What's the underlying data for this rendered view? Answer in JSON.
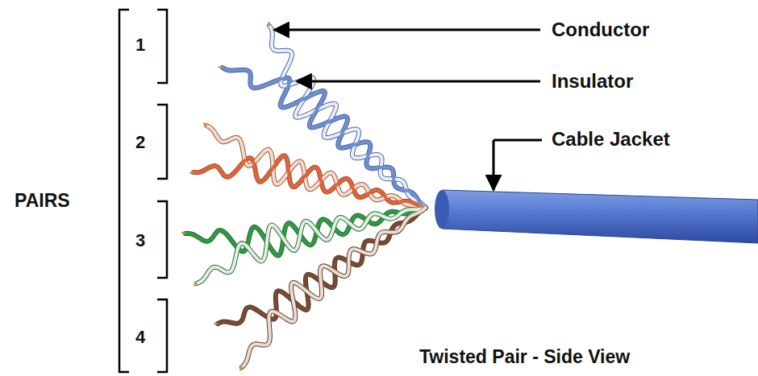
{
  "diagram": {
    "caption": "Twisted Pair - Side View",
    "labels": [
      "PAIRS",
      "1",
      "2",
      "3",
      "4",
      "Conductor",
      "Insulator",
      "Cable Jacket"
    ]
  }
}
